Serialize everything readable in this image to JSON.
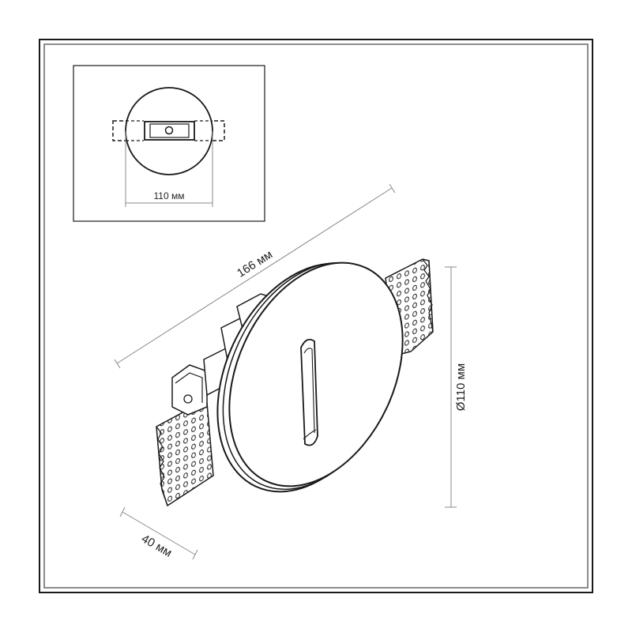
{
  "inset": {
    "width_label": "110 мм"
  },
  "dimensions": {
    "length_label": "166 мм",
    "diameter_label": "Ø110 мм",
    "depth_label": "40 мм"
  },
  "colors": {
    "line": "#1a1a1a",
    "dim_line": "#888888",
    "fill": "#ffffff"
  }
}
